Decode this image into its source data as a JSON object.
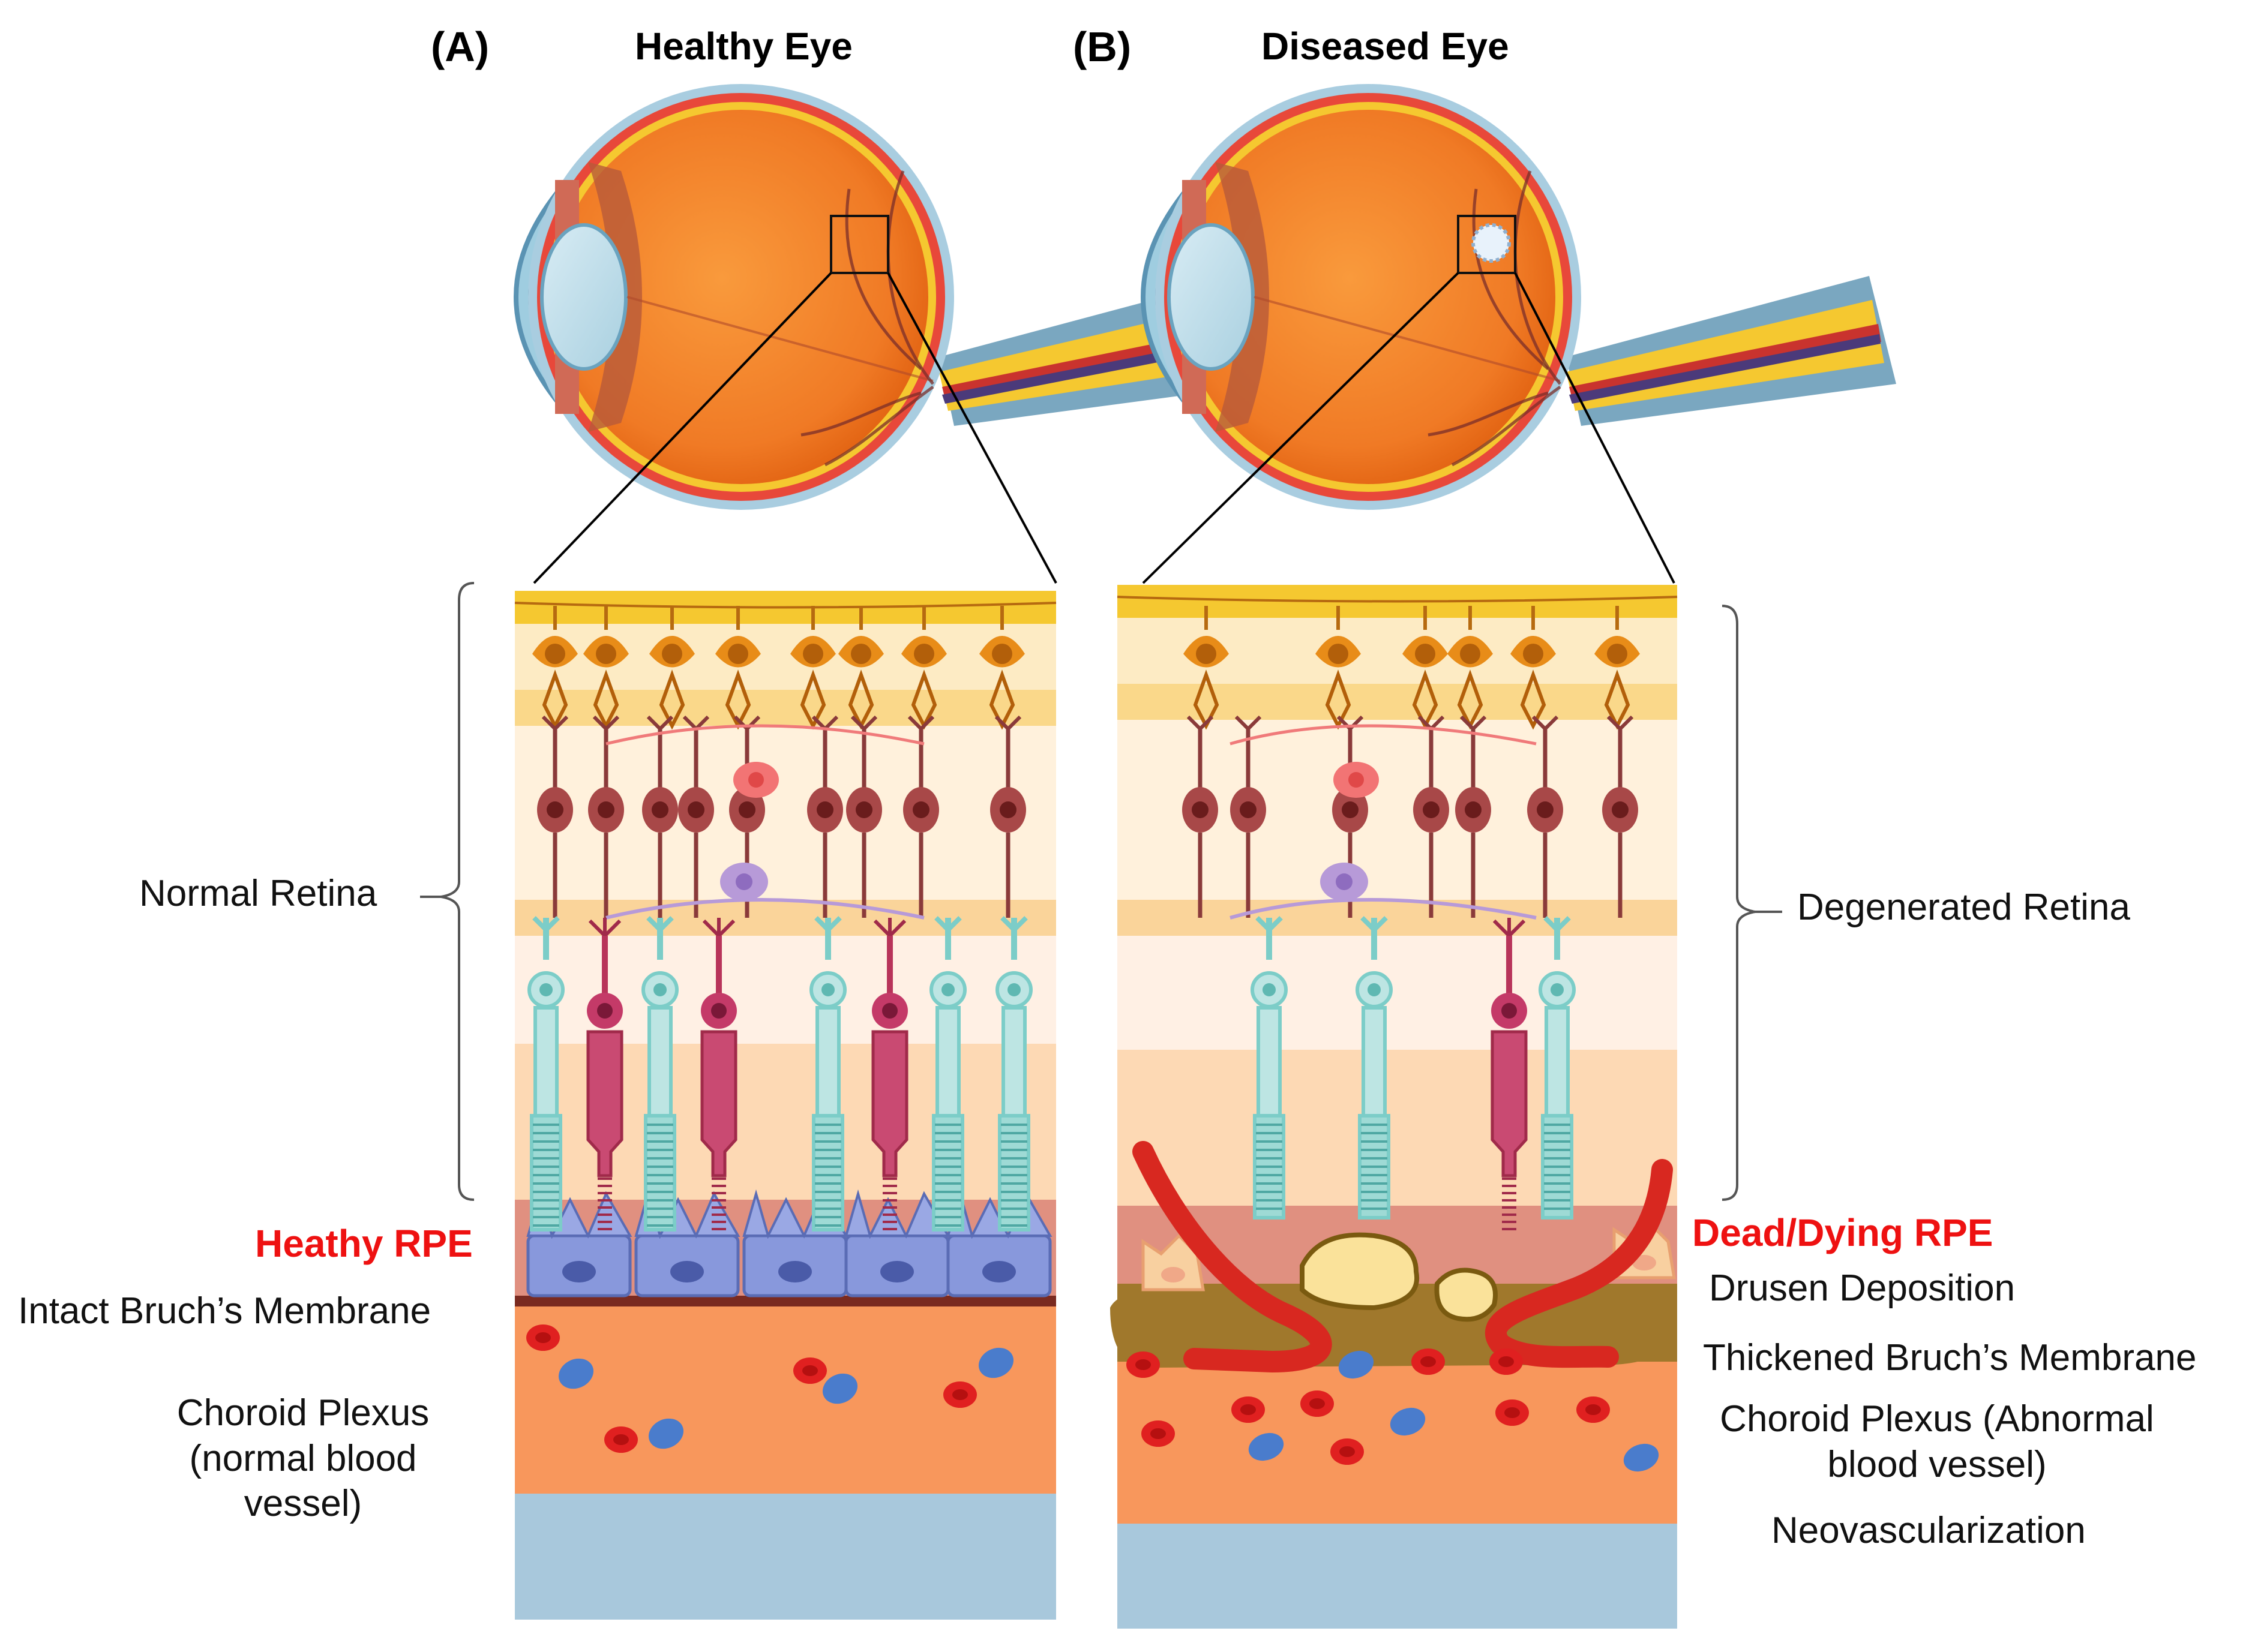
{
  "panels": {
    "a": {
      "letter": "(A)",
      "title": "Healthy Eye"
    },
    "b": {
      "letter": "(B)",
      "title": "Diseased Eye"
    }
  },
  "labels_left": {
    "normal_retina": "Normal Retina",
    "healthy_rpe": "Heathy RPE",
    "intact_bruch": "Intact Bruch’s Membrane",
    "choroid_1": "Choroid Plexus",
    "choroid_2": "(normal blood",
    "choroid_3": "vessel)"
  },
  "labels_right": {
    "degenerated_retina": "Degenerated Retina",
    "dead_rpe": "Dead/Dying RPE",
    "drusen": "Drusen Deposition",
    "thickened_bruch": "Thickened Bruch’s Membrane",
    "choroid_1": "Choroid Plexus (Abnormal",
    "choroid_2": "blood vessel)",
    "neovascularization": "Neovascularization"
  },
  "colors": {
    "highlight_red": "#ee1111",
    "nerve_layer": "#f5c830",
    "choroid": "#f8975c",
    "sclera": "#a8c8dc",
    "rpe_healthy": "#8898dc",
    "bruch_thick": "#a0782c",
    "vessel": "#d82820"
  }
}
